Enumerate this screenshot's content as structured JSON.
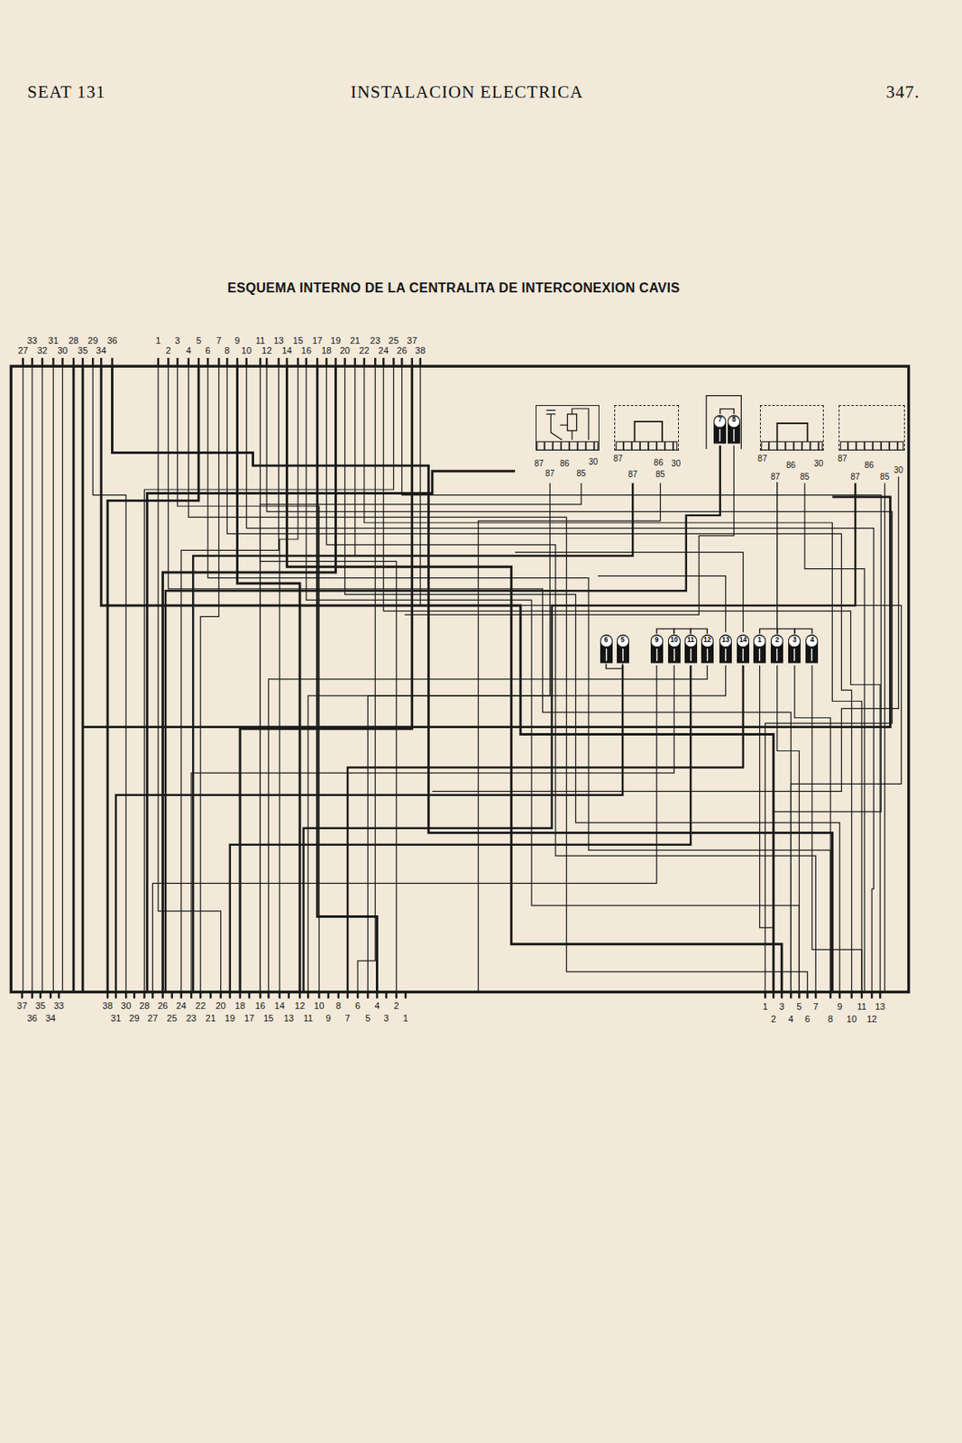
{
  "diagram": {
    "title": "ESQUEMA INTERNO DE LA CENTRALITA DE INTERCONEXION CAVIS",
    "nodes": [
      {
        "text": [
          "87",
          "86",
          "30",
          "87",
          "85"
        ]
      },
      {
        "text": [
          "87",
          "86",
          "30",
          "87",
          "85"
        ]
      },
      {
        "text": [
          "7"
        ]
      },
      {
        "text": [
          "8"
        ]
      },
      {
        "text": [
          "87",
          "86",
          "30",
          "87",
          "85"
        ]
      },
      {
        "text": [
          "87",
          "86",
          "30",
          "87",
          "85"
        ]
      },
      {
        "text": [
          "6"
        ]
      },
      {
        "text": [
          "5"
        ]
      },
      {
        "text": [
          "9"
        ]
      },
      {
        "text": [
          "10"
        ]
      },
      {
        "text": [
          "11"
        ]
      },
      {
        "text": [
          "12"
        ]
      },
      {
        "text": [
          "13"
        ]
      },
      {
        "text": [
          "14"
        ]
      },
      {
        "text": [
          "1"
        ]
      },
      {
        "text": [
          "2"
        ]
      },
      {
        "text": [
          "3"
        ]
      },
      {
        "text": [
          "4"
        ]
      }
    ],
    "edges": [
      {
        "from": 2,
        "to": 3,
        "arrow": "none"
      },
      {
        "from": 6,
        "to": 7,
        "arrow": "none"
      },
      {
        "from": 8,
        "to": 9,
        "arrow": "none"
      },
      {
        "from": 9,
        "to": 10,
        "arrow": "none"
      },
      {
        "from": 10,
        "to": 11,
        "arrow": "none"
      },
      {
        "from": 14,
        "to": 15,
        "arrow": "none"
      },
      {
        "from": 15,
        "to": 16,
        "arrow": "none"
      },
      {
        "from": 16,
        "to": 17,
        "arrow": "none"
      },
      {
        "from": 4,
        "to": 15,
        "arrow": "none"
      }
    ],
    "labels": [
      "SEAT 131",
      "INSTALACION ELECTRICA",
      "347.",
      "33",
      "31",
      "28",
      "29",
      "36",
      "27",
      "32",
      "30",
      "35",
      "34",
      "1",
      "3",
      "5",
      "7",
      "9",
      "11",
      "13",
      "15",
      "17",
      "19",
      "21",
      "23",
      "25",
      "37",
      "2",
      "4",
      "6",
      "8",
      "10",
      "12",
      "14",
      "16",
      "18",
      "20",
      "22",
      "24",
      "26",
      "38",
      "37",
      "35",
      "33",
      "36",
      "34",
      "38",
      "30",
      "28",
      "26",
      "24",
      "22",
      "20",
      "18",
      "16",
      "14",
      "12",
      "10",
      "8",
      "6",
      "4",
      "2",
      "31",
      "29",
      "27",
      "25",
      "23",
      "21",
      "19",
      "17",
      "15",
      "13",
      "11",
      "9",
      "7",
      "5",
      "3",
      "1",
      "1",
      "3",
      "5",
      "7",
      "9",
      "11",
      "13",
      "2",
      "4",
      "6",
      "8",
      "10",
      "12"
    ]
  }
}
